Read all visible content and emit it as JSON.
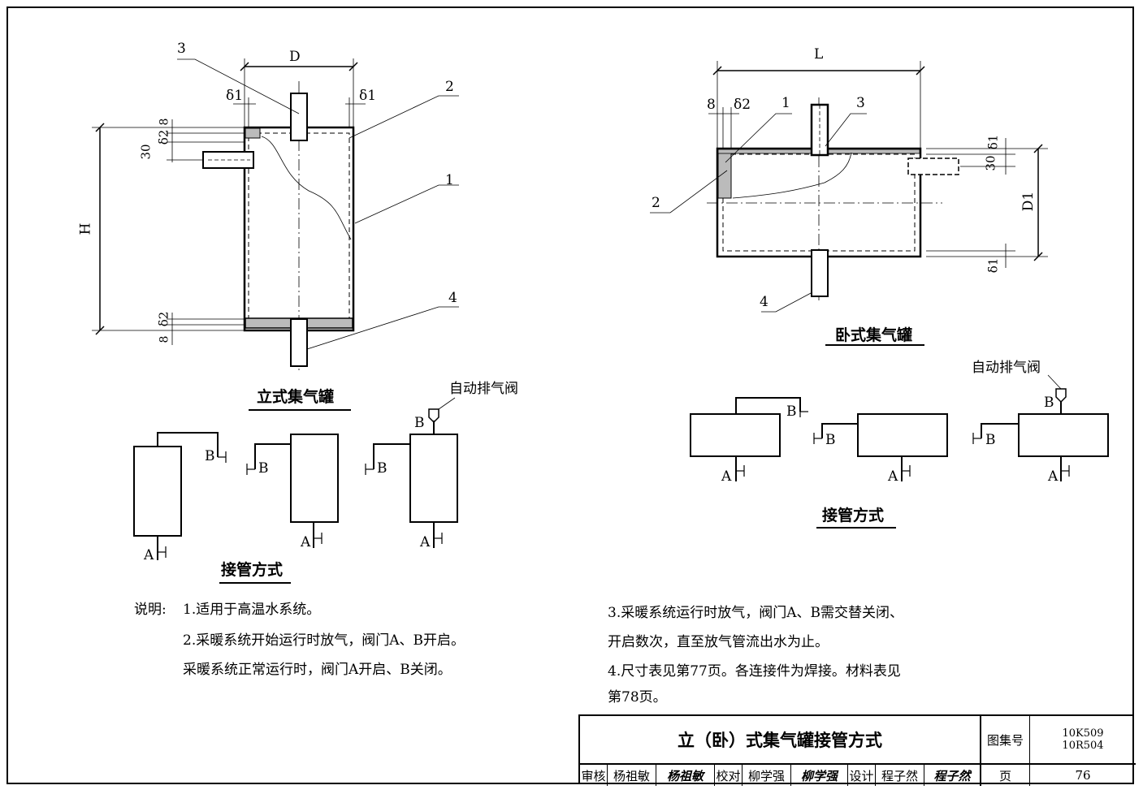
{
  "left": {
    "vertical_title": "立式集气罐",
    "connection_title": "接管方式",
    "auto_valve": "自动排气阀",
    "dim": {
      "D": "D",
      "H": "H",
      "d1a": "δ1",
      "d1b": "δ1",
      "d2a": "δ2",
      "d2b": "δ2",
      "e8a": "8",
      "e8b": "8",
      "e30": "30"
    },
    "callouts": [
      "1",
      "2",
      "3",
      "4"
    ],
    "valves": {
      "a1": "A",
      "b1": "B",
      "a2": "A",
      "b2": "B",
      "a3": "A",
      "b3": "B"
    }
  },
  "right": {
    "horizontal_title": "卧式集气罐",
    "connection_title": "接管方式",
    "auto_valve": "自动排气阀",
    "dim": {
      "L": "L",
      "D1": "D1",
      "d1a": "δ1",
      "d1b": "δ1",
      "d2": "δ2",
      "e8": "8",
      "e30": "30"
    },
    "callouts": [
      "1",
      "2",
      "3",
      "4"
    ],
    "valves": {
      "a1": "A",
      "b1": "B",
      "a2": "A",
      "b2": "B",
      "a3": "A",
      "b3": "B"
    }
  },
  "notes": {
    "label": "说明:",
    "n1": "1.适用于高温水系统。",
    "n2a": "2.采暖系统开始运行时放气，阀门A、B开启。",
    "n2b": "采暖系统正常运行时，阀门A开启、B关闭。",
    "n3a": "3.采暖系统运行时放气，阀门A、B需交替关闭、",
    "n3b": "开启数次，直至放气管流出水为止。",
    "n4a": "4.尺寸表见第77页。各连接件为焊接。材料表见",
    "n4b": "第78页。"
  },
  "title_block": {
    "title": "立（卧）式集气罐接管方式",
    "atlas_label": "图集号",
    "atlas_no_1": "10K509",
    "atlas_no_2": "10R504",
    "review_label": "审核",
    "reviewer": "杨祖敏",
    "reviewer_sig": "杨祖敏",
    "check_label": "校对",
    "checker": "柳学强",
    "checker_sig": "柳学强",
    "design_label": "设计",
    "designer": "程子然",
    "designer_sig": "程子然",
    "page_label": "页",
    "page_no": "76"
  }
}
